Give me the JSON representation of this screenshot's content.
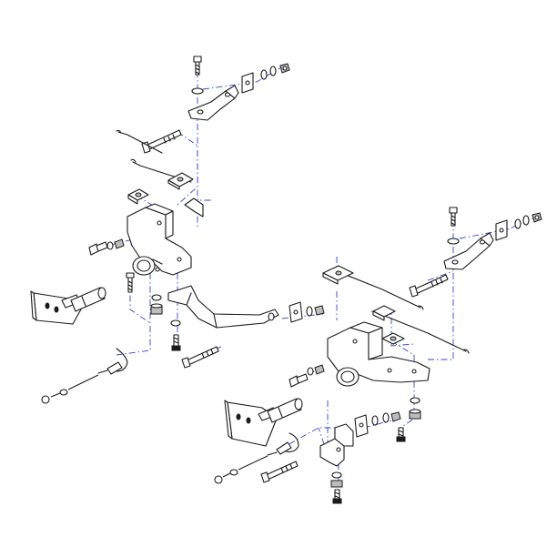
{
  "diagram": {
    "type": "exploded-assembly",
    "assemblies": [
      {
        "side": "left",
        "parts": [
          "bracket",
          "bolt",
          "washer",
          "nut",
          "hook",
          "cable",
          "pin",
          "mount-plate",
          "cross-bar",
          "cover-plate"
        ]
      },
      {
        "side": "right",
        "parts": [
          "bracket",
          "bolt",
          "washer",
          "nut",
          "hook",
          "cable",
          "pin",
          "mount-plate",
          "cover-plate"
        ]
      }
    ],
    "colors": {
      "line": "#1a1a1a",
      "centerline": "#3344cc",
      "fill": "#ffffff",
      "shade": "#bdbdbd"
    }
  }
}
